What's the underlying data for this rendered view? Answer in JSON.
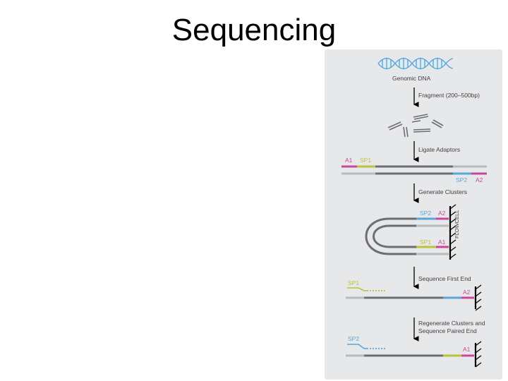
{
  "slide": {
    "title": "Sequencing"
  },
  "colors": {
    "panel": "#e7e8e9",
    "strand_dark": "#6d6e71",
    "strand_light": "#b9babc",
    "adaptor_a": "#c9479b",
    "primer_sp1": "#b9c43a",
    "primer_sp2": "#5aa6dc",
    "dna": "#4aa3df",
    "text": "#3f3f41"
  },
  "steps": {
    "genomic_dna": "Genomic DNA",
    "fragment": "Fragment (200–500bp)",
    "ligate": "Ligate Adaptors",
    "clusters": "Generate Clusters",
    "first_end": "Sequence First End",
    "paired_end_line1": "Regenerate Clusters and",
    "paired_end_line2": "Sequence Paired End"
  },
  "labels": {
    "a1": "A1",
    "a2": "A2",
    "sp1": "SP1",
    "sp2": "SP2",
    "flowcell": "FLOWCELL"
  }
}
